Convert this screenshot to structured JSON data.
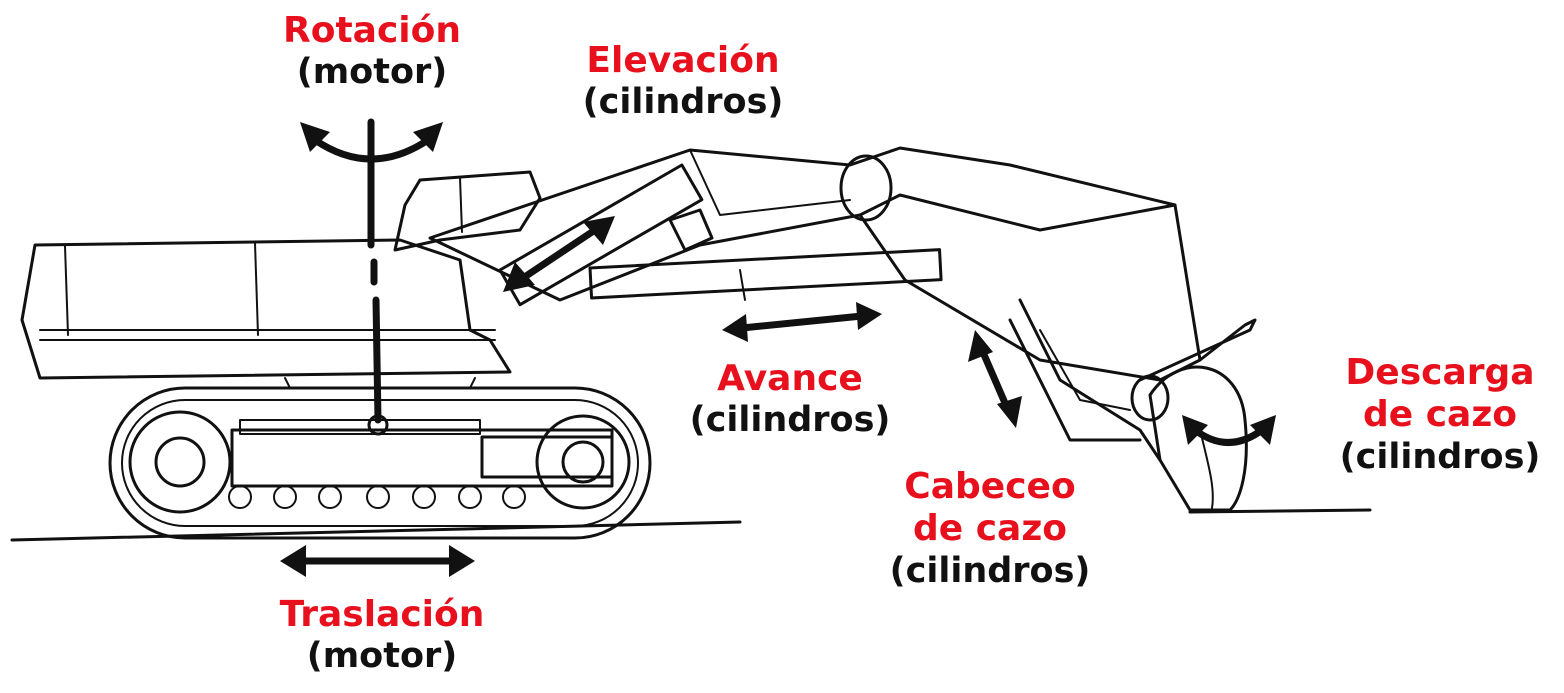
{
  "labels": {
    "rotacion": {
      "title": "Rotación",
      "sub": "(motor)"
    },
    "elevacion": {
      "title": "Elevación",
      "sub": "(cilindros)"
    },
    "avance": {
      "title": "Avance",
      "sub": "(cilindros)"
    },
    "cabeceo": {
      "title_1": "Cabeceo",
      "title_2": "de cazo",
      "sub": "(cilindros)"
    },
    "descarga": {
      "title_1": "Descarga",
      "title_2": "de cazo",
      "sub": "(cilindros)"
    },
    "traslacion": {
      "title": "Traslación",
      "sub": "(motor)"
    }
  },
  "colors": {
    "label_red": "#e8101c",
    "ink": "#111111",
    "background": "#ffffff"
  }
}
